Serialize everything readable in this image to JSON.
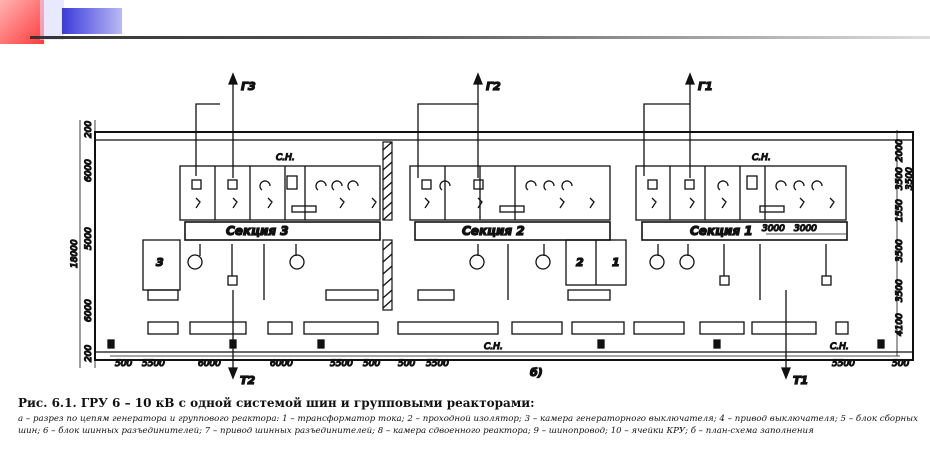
{
  "labels": {
    "g3": "Г3",
    "g2": "Г2",
    "g1": "Г1",
    "t2": "Т2",
    "t1": "Т1",
    "sn": "С.Н.",
    "sec3": "Секция 3",
    "sec2": "Секция 2",
    "sec1": "Секция 1",
    "num3": "3",
    "num2": "2",
    "num1": "1",
    "view_b": "б)"
  },
  "dims": {
    "d200a": "200",
    "d6000a": "6000",
    "d5000": "5000",
    "d6000b": "6000",
    "d200b": "200",
    "d18000": "18000",
    "r2000": "2000",
    "r3500a": "3500",
    "r3500b": "3500",
    "r1550": "1550",
    "r3500c": "3500",
    "r4100": "4100",
    "r3500d": "3500",
    "top3000a": "3000",
    "top3000b": "3000",
    "b500a": "500",
    "b5500a": "5500",
    "b6000a": "6000",
    "b6000b": "6000",
    "b5500b": "5500",
    "b500b": "500",
    "b500c": "500",
    "b5500c": "5500",
    "b5500d": "5500",
    "b500d": "500"
  },
  "caption": {
    "title": "Рис. 6.1. ГРУ 6 – 10 кВ с одной системой шин и групповыми реакторами:",
    "text": "а – разрез по цепям генератора и группового реактора: 1 – трансформатор тока; 2 – проходной изолятор; 3 – камера генераторного выключателя; 4 – привод выключателя; 5 – блок сборных шин; 6 – блок шинных разъединителей; 7 – привод шинных разъединителей; 8 – камера сдвоенного реактора; 9 – шинопровод; 10 – ячейки КРУ; б – план-схема заполнения"
  }
}
